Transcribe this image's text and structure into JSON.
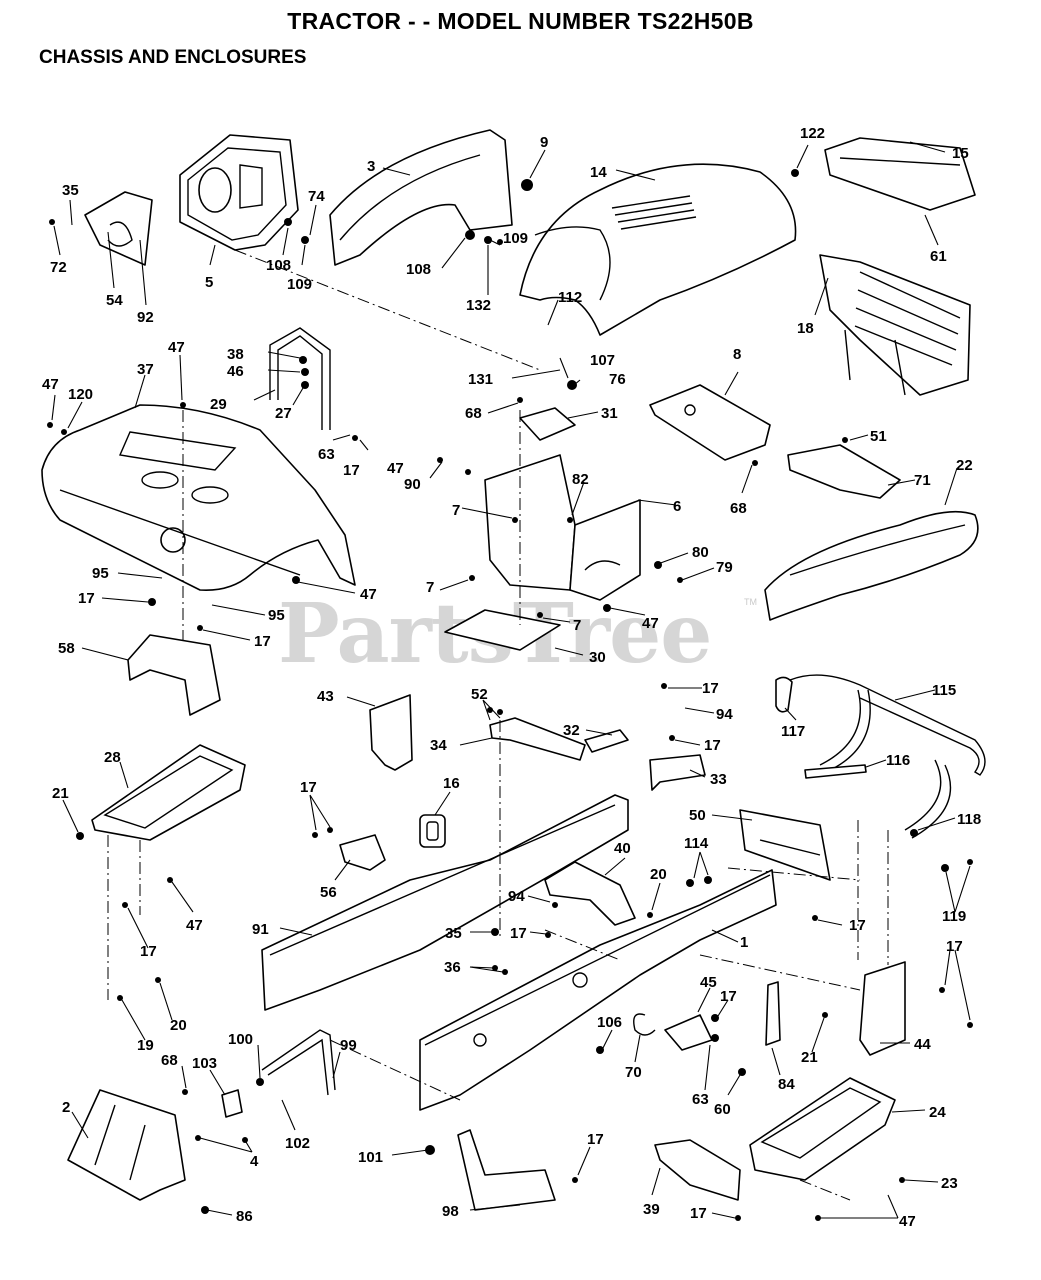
{
  "header": {
    "title": "TRACTOR - - MODEL NUMBER TS22H50B",
    "subtitle": "CHASSIS AND ENCLOSURES"
  },
  "watermark": {
    "text": "PartsTree",
    "tm": "TM"
  },
  "callouts": {
    "c122": "122",
    "c15": "15",
    "c3": "3",
    "c9": "9",
    "c14": "14",
    "c35a": "35",
    "c74": "74",
    "c72": "72",
    "c54": "54",
    "c92": "92",
    "c5": "5",
    "c108a": "108",
    "c109a": "109",
    "c108b": "108",
    "c109b": "109",
    "c132": "132",
    "c112": "112",
    "c61": "61",
    "c18": "18",
    "c47a": "47",
    "c38": "38",
    "c46": "46",
    "c47b": "47",
    "c120": "120",
    "c37": "37",
    "c29": "29",
    "c27": "27",
    "c131": "131",
    "c107": "107",
    "c76": "76",
    "c8": "8",
    "c68a": "68",
    "c31": "31",
    "c63a": "63",
    "c17a": "17",
    "c51": "51",
    "c47c": "47",
    "c90": "90",
    "c82": "82",
    "c6": "6",
    "c22": "22",
    "c71": "71",
    "c68b": "68",
    "c7a": "7",
    "c80": "80",
    "c79": "79",
    "c95a": "95",
    "c7b": "7",
    "c47d": "47",
    "c17b": "17",
    "c95b": "95",
    "c7c": "7",
    "c47e": "47",
    "c17c": "17",
    "c58": "58",
    "c30": "30",
    "c17d": "17",
    "c115": "115",
    "c43": "43",
    "c52": "52",
    "c94a": "94",
    "c117": "117",
    "c34": "34",
    "c32": "32",
    "c17e": "17",
    "c28": "28",
    "c33": "33",
    "c116": "116",
    "c16": "16",
    "c17f": "17",
    "c21a": "21",
    "c50": "50",
    "c118": "118",
    "c114": "114",
    "c40": "40",
    "c20a": "20",
    "c56": "56",
    "c94b": "94",
    "c47f": "47",
    "c17g": "17",
    "c91": "91",
    "c119": "119",
    "c17h": "17",
    "c35b": "35",
    "c17i": "17",
    "c1": "1",
    "c17j": "17",
    "c36": "36",
    "c45": "45",
    "c17k": "17",
    "c20b": "20",
    "c19": "19",
    "c106": "106",
    "c100": "100",
    "c99": "99",
    "c21b": "21",
    "c44": "44",
    "c68c": "68",
    "c103": "103",
    "c70": "70",
    "c84": "84",
    "c2": "2",
    "c63b": "63",
    "c60": "60",
    "c24": "24",
    "c102": "102",
    "c4": "4",
    "c17l": "17",
    "c101": "101",
    "c23": "23",
    "c86": "86",
    "c98": "98",
    "c39": "39",
    "c17m": "17",
    "c47g": "47"
  }
}
